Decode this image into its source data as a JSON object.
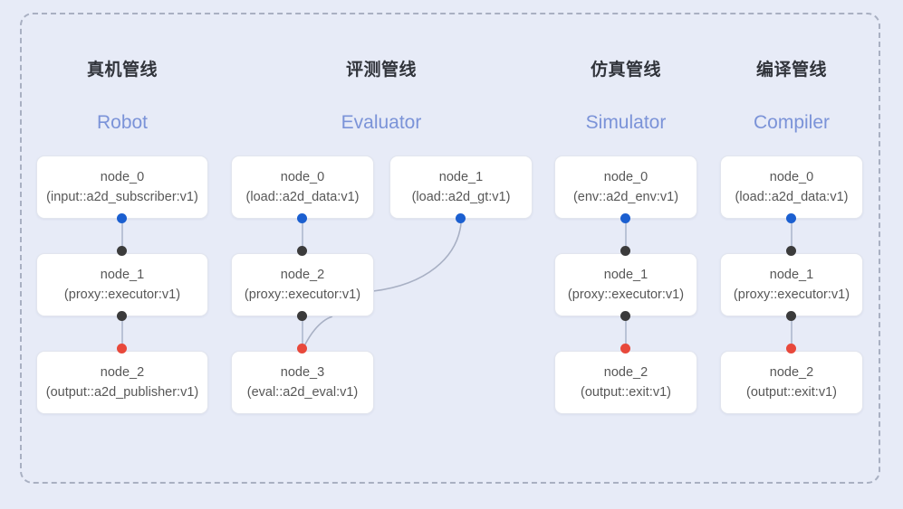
{
  "diagram": {
    "background_color": "#e7ebf7",
    "frame_border_color": "#a9b0c2",
    "accent_blue": "#7b93d8",
    "port_colors": {
      "input": "#1b5fd0",
      "middle": "#3b3b3b",
      "output": "#e8483b"
    },
    "edge_color": "#a8b0c4"
  },
  "columns": [
    {
      "title": "真机管线",
      "subtitle": "Robot",
      "nodes": [
        {
          "name": "node_0",
          "type": "(input::a2d_subscriber:v1)"
        },
        {
          "name": "node_1",
          "type": "(proxy::executor:v1)"
        },
        {
          "name": "node_2",
          "type": "(output::a2d_publisher:v1)"
        }
      ]
    },
    {
      "title": "评测管线",
      "subtitle": "Evaluator",
      "nodes": [
        {
          "name": "node_0",
          "type": "(load::a2d_data:v1)"
        },
        {
          "name": "node_1",
          "type": "(load::a2d_gt:v1)"
        },
        {
          "name": "node_2",
          "type": "(proxy::executor:v1)"
        },
        {
          "name": "node_3",
          "type": "(eval::a2d_eval:v1)"
        }
      ]
    },
    {
      "title": "仿真管线",
      "subtitle": "Simulator",
      "nodes": [
        {
          "name": "node_0",
          "type": "(env::a2d_env:v1)"
        },
        {
          "name": "node_1",
          "type": "(proxy::executor:v1)"
        },
        {
          "name": "node_2",
          "type": "(output::exit:v1)"
        }
      ]
    },
    {
      "title": "编译管线",
      "subtitle": "Compiler",
      "nodes": [
        {
          "name": "node_0",
          "type": "(load::a2d_data:v1)"
        },
        {
          "name": "node_1",
          "type": "(proxy::executor:v1)"
        },
        {
          "name": "node_2",
          "type": "(output::exit:v1)"
        }
      ]
    }
  ]
}
